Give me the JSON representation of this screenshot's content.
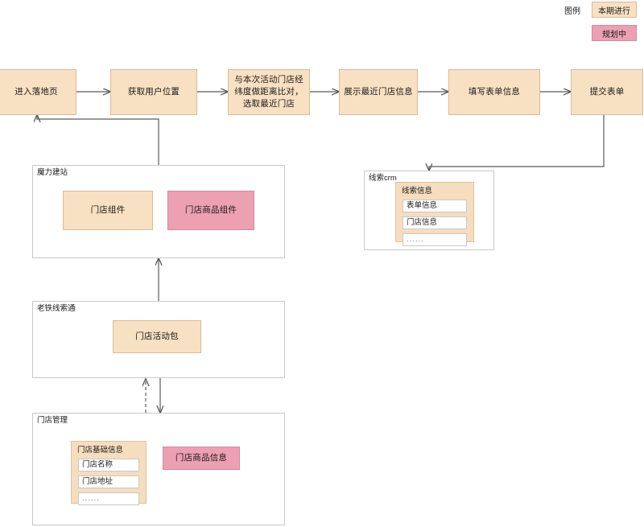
{
  "legend": {
    "title": "图例",
    "items": [
      {
        "label": "本期进行",
        "color": "#f8e0c2",
        "state": "current"
      },
      {
        "label": "规划中",
        "color": "#eda0b2",
        "state": "planned"
      }
    ]
  },
  "flow": {
    "steps": [
      {
        "label": "进入落地页",
        "color": "#f8e0c2"
      },
      {
        "label": "获取用户位置",
        "color": "#f8e0c2"
      },
      {
        "label": "与本次活动门店经纬度做距离比对，选取最近门店",
        "color": "#f8e0c2"
      },
      {
        "label": "展示最近门店信息",
        "color": "#f8e0c2"
      },
      {
        "label": "填写表单信息",
        "color": "#f8e0c2"
      },
      {
        "label": "提交表单",
        "color": "#f8e0c2"
      }
    ]
  },
  "groups": {
    "moli": {
      "title": "魔力建站",
      "nodes": [
        {
          "label": "门店组件",
          "color": "#f8e0c2"
        },
        {
          "label": "门店商品组件",
          "color": "#eda0b2"
        }
      ]
    },
    "crm": {
      "title": "线索crm",
      "card": {
        "title": "线索信息",
        "fields": [
          "表单信息",
          "门店信息",
          "......"
        ]
      }
    },
    "laotie": {
      "title": "老铁线索通",
      "nodes": [
        {
          "label": "门店活动包",
          "color": "#f8e0c2"
        }
      ]
    },
    "store": {
      "title": "门店管理",
      "card": {
        "title": "门店基础信息",
        "fields": [
          "门店名称",
          "门店地址",
          "......"
        ]
      },
      "nodes": [
        {
          "label": "门店商品信息",
          "color": "#eda0b2"
        }
      ]
    }
  }
}
